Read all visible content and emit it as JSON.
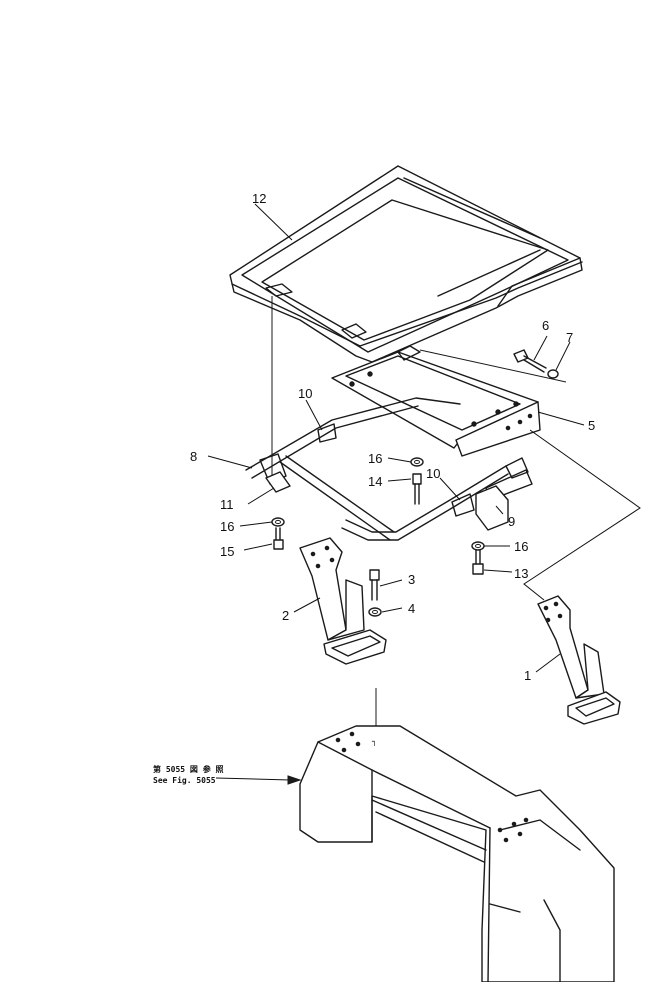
{
  "diagram": {
    "type": "exploded-parts-diagram",
    "part_callouts": [
      "1",
      "2",
      "3",
      "4",
      "5",
      "6",
      "7",
      "8",
      "9",
      "10",
      "10",
      "11",
      "12",
      "13",
      "14",
      "15",
      "16",
      "16",
      "16"
    ],
    "reference_note": {
      "line1": "第 5055 図 参 照",
      "line2": "See Fig. 5055"
    }
  },
  "labels": {
    "p1": "1",
    "p2": "2",
    "p3": "3",
    "p4": "4",
    "p5": "5",
    "p6": "6",
    "p7": "7",
    "p8": "8",
    "p9": "9",
    "p10a": "10",
    "p10b": "10",
    "p11": "11",
    "p12": "12",
    "p13": "13",
    "p14": "14",
    "p15": "15",
    "p16a": "16",
    "p16b": "16",
    "p16c": "16"
  },
  "colors": {
    "line": "#1a1a1a",
    "background": "#ffffff"
  }
}
